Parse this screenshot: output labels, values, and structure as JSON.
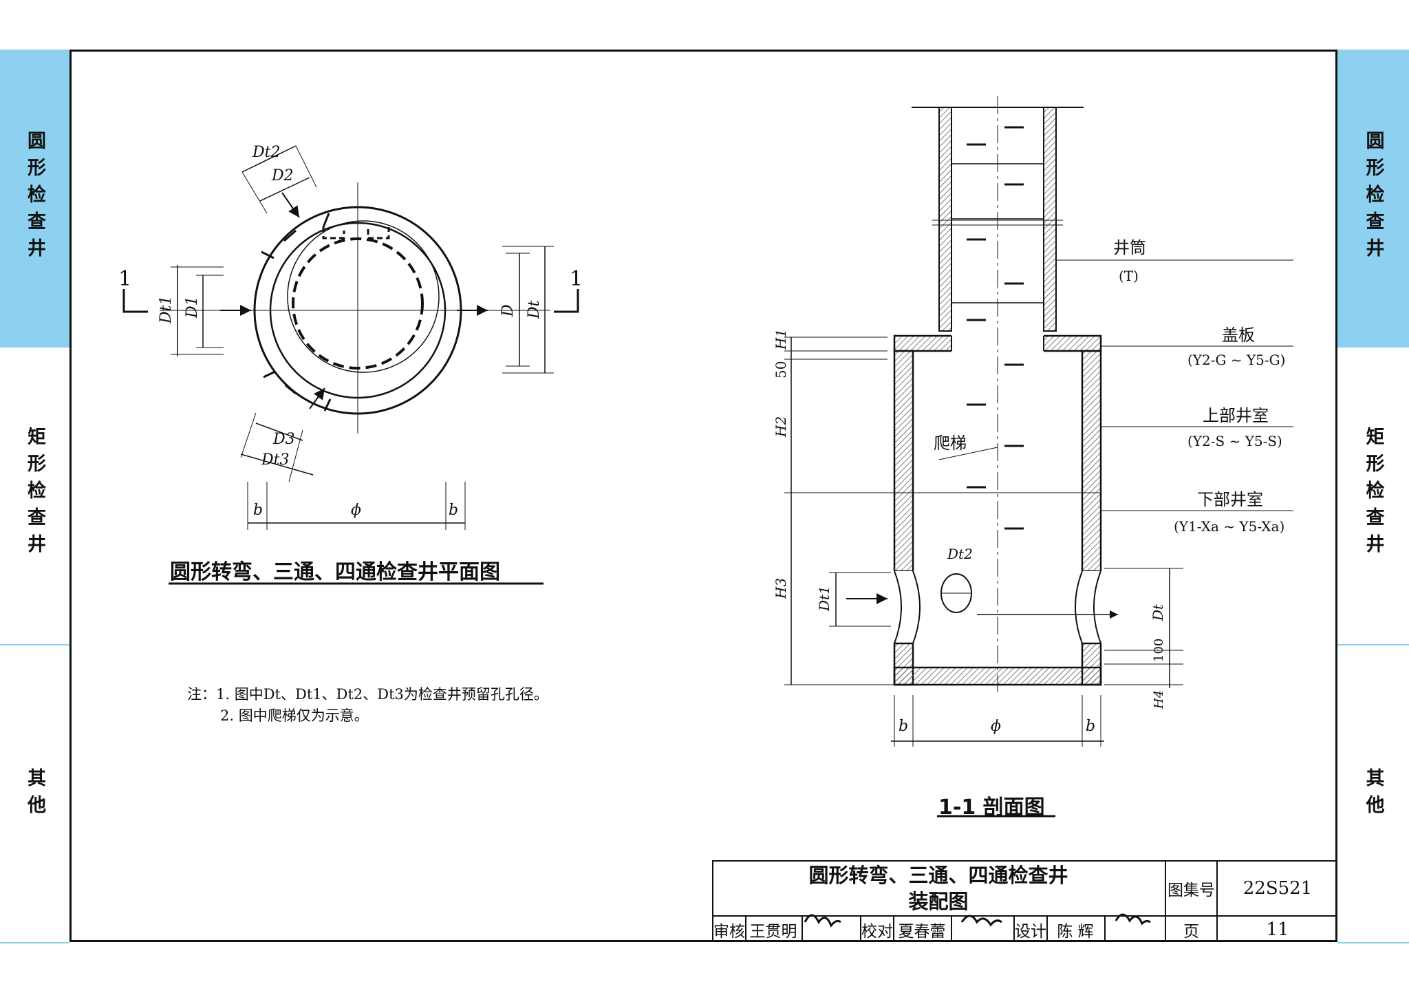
{
  "side_tabs": {
    "left": [
      "圆形检查井",
      "矩形检查井",
      "其他"
    ],
    "right": [
      "圆形检查井",
      "矩形检查井",
      "其他"
    ]
  },
  "plan": {
    "title": "圆形转弯、三通、四通检查井平面图",
    "section_marker": "1",
    "labels": {
      "Dt2": "Dt2",
      "D2": "D2",
      "Dt1": "Dt1",
      "D1": "D1",
      "D": "D",
      "Dt": "Dt",
      "D3": "D3",
      "Dt3": "Dt3",
      "b": "b",
      "phi": "ϕ"
    }
  },
  "section": {
    "title": "1-1 剖面图",
    "callouts": [
      {
        "name": "井筒",
        "code": "(T)"
      },
      {
        "name": "盖板",
        "code": "(Y2-G ~ Y5-G)"
      },
      {
        "name": "上部井室",
        "code": "(Y2-S ~ Y5-S)"
      },
      {
        "name": "下部井室",
        "code": "(Y1-Xa ~ Y5-Xa)"
      }
    ],
    "ladder_label": "爬梯",
    "dims": {
      "H1": "H1",
      "50": "50",
      "H2": "H2",
      "H3": "H3",
      "H4": "H4",
      "100": "100",
      "Dt1": "Dt1",
      "Dt2": "Dt2",
      "Dt": "Dt",
      "b": "b",
      "phi": "ϕ"
    }
  },
  "notes": {
    "prefix": "注：",
    "lines": [
      "1. 图中Dt、Dt1、Dt2、Dt3为检查井预留孔孔径。",
      "2. 图中爬梯仅为示意。"
    ]
  },
  "title_block": {
    "title_line1": "圆形转弯、三通、四通检查井",
    "title_line2": "装配图",
    "atlas_label": "图集号",
    "atlas_no": "22S521",
    "page_label": "页",
    "page_no": "11",
    "review_label": "审核",
    "reviewer": "王贯明",
    "check_label": "校对",
    "checker": "夏春蕾",
    "design_label": "设计",
    "designer": "陈  辉"
  },
  "colors": {
    "tab": "#8ed0f0",
    "line": "#111111"
  }
}
